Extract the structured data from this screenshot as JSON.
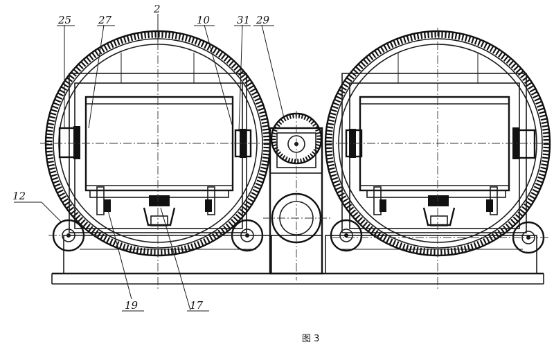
{
  "figure": {
    "caption": "图 3",
    "labels": [
      {
        "id": "l25",
        "text": "25"
      },
      {
        "id": "l27",
        "text": "27"
      },
      {
        "id": "l2",
        "text": "2"
      },
      {
        "id": "l10",
        "text": "10"
      },
      {
        "id": "l31",
        "text": "31"
      },
      {
        "id": "l29",
        "text": "29"
      },
      {
        "id": "l12",
        "text": "12"
      },
      {
        "id": "l19",
        "text": "19"
      },
      {
        "id": "l17",
        "text": "17"
      }
    ]
  }
}
